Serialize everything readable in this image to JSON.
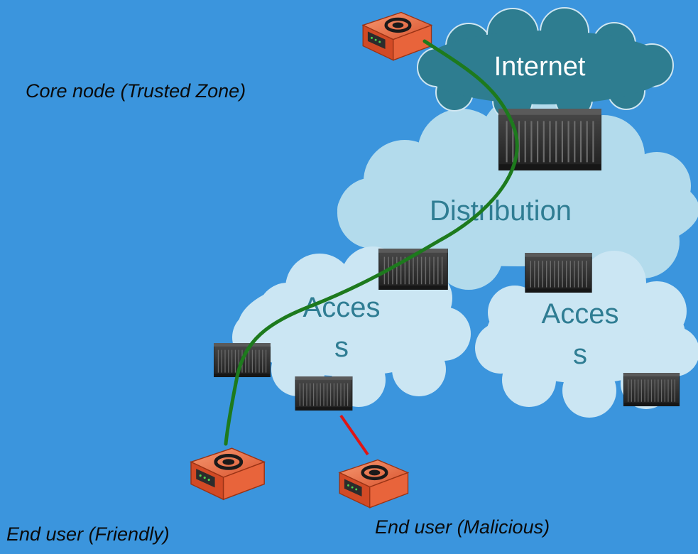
{
  "colors": {
    "background": "#3b95dd",
    "internet_cloud": "#2e7d90",
    "internet_cloud_stroke": "#c8e2ef",
    "distribution_cloud": "#b3dbec",
    "access_cloud": "#cbe6f3",
    "cloud_text": "#2f7d93",
    "trusted_path": "#1d7a1d",
    "malicious_link": "#e01515",
    "router_body": "#e8603a",
    "switch_body": "#2b2b2b"
  },
  "clouds": {
    "internet": "Internet",
    "distribution": "Distribution",
    "access_left": [
      "Acces",
      "s"
    ],
    "access_right": [
      "Acces",
      "s"
    ]
  },
  "captions": {
    "core_node": "Core node (Trusted Zone)",
    "end_user_friendly": "End user (Friendly)",
    "end_user_malicious": "End user (Malicious)"
  },
  "icons": {
    "router": "router-icon",
    "switch": "switch-icon"
  }
}
